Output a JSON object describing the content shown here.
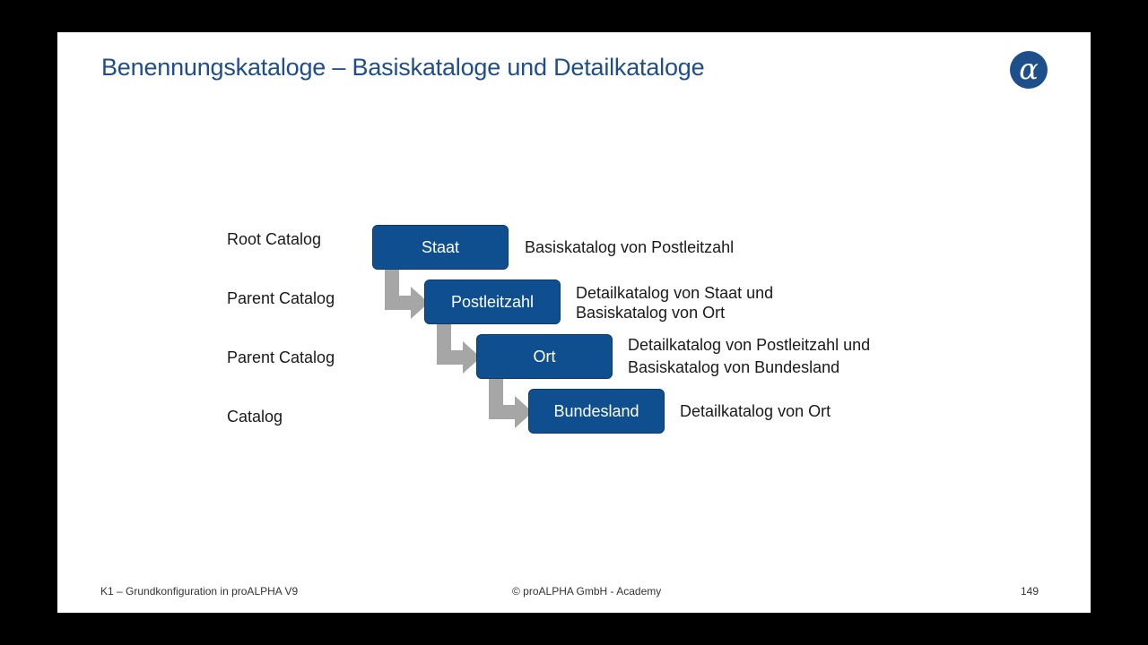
{
  "title": "Benennungskataloge – Basiskataloge und Detailkataloge",
  "logo": {
    "glyph": "α",
    "color": "#1d4f8b"
  },
  "levels": [
    {
      "label": "Root Catalog",
      "box": "Staat",
      "desc_line1": "Basiskatalog von Postleitzahl",
      "desc_line2": ""
    },
    {
      "label": "Parent Catalog",
      "box": "Postleitzahl",
      "desc_line1": "Detailkatalog von Staat und",
      "desc_line2": "Basiskatalog von Ort"
    },
    {
      "label": "Parent Catalog",
      "box": "Ort",
      "desc_line1": "Detailkatalog von Postleitzahl und",
      "desc_line2": "Basiskatalog von Bundesland"
    },
    {
      "label": "Catalog",
      "box": "Bundesland",
      "desc_line1": "Detailkatalog von Ort",
      "desc_line2": ""
    }
  ],
  "footer": {
    "left": "K1 – Grundkonfiguration in proALPHA V9",
    "center": "© proALPHA GmbH - Academy",
    "page": "149"
  },
  "colors": {
    "box": "#0f4f8f",
    "title": "#1f4e8c",
    "arrow": "#a6a6a6"
  }
}
